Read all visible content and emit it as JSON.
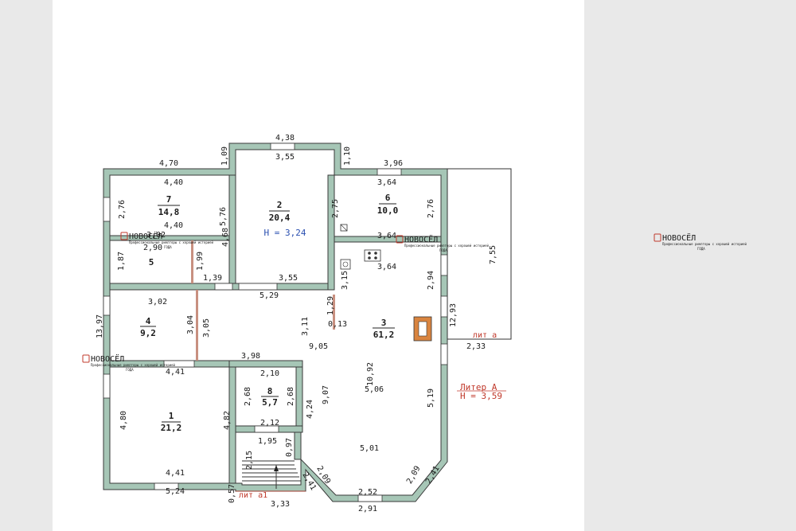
{
  "rooms": [
    {
      "num": "1",
      "area": "21,2"
    },
    {
      "num": "2",
      "area": "20,4"
    },
    {
      "num": "3",
      "area": "61,2"
    },
    {
      "num": "4",
      "area": "9,2"
    },
    {
      "num": "5",
      "area": ""
    },
    {
      "num": "6",
      "area": "10,0"
    },
    {
      "num": "7",
      "area": "14,8"
    },
    {
      "num": "8",
      "area": "5,7"
    }
  ],
  "height_main": "H = 3,24",
  "liter": {
    "name": "Литер А",
    "height": "H = 3,59"
  },
  "lit_a": "лит а",
  "lit_a1": "лит а1",
  "dims": {
    "d438": "4,38",
    "d355t": "3,55",
    "d109": "1,09",
    "d110": "1,10",
    "d470": "4,70",
    "d396": "3,96",
    "d440a": "4,40",
    "d364a": "3,64",
    "d276a": "2,76",
    "d576": "5,76",
    "d275": "2,75",
    "d276b": "2,76",
    "d440b": "4,40",
    "d468": "4,68",
    "d364b": "3,64",
    "d755": "7,55",
    "d302a": "3,02",
    "d290": "2,90",
    "d187": "1,87",
    "d199": "1,99",
    "d364c": "3,64",
    "d315": "3,15",
    "d139": "1,39",
    "d355b": "3,55",
    "d294": "2,94",
    "d302b": "3,02",
    "d529": "5,29",
    "d129": "1,29",
    "d1397": "13,97",
    "d304": "3,04",
    "d305": "3,05",
    "d311": "3,11",
    "d013": "0,13",
    "d1293": "12,93",
    "d905": "9,05",
    "d233": "2,33",
    "d398": "3,98",
    "d441a": "4,41",
    "d210": "2,10",
    "d1092": "10,92",
    "d506": "5,06",
    "d907": "9,07",
    "d268a": "2,68",
    "d268b": "2,68",
    "d519": "5,19",
    "d480": "4,80",
    "d482": "4,82",
    "d424": "4,24",
    "d212": "2,12",
    "d195": "1,95",
    "d097": "0,97",
    "d215": "2,15",
    "d501": "5,01",
    "d441b": "4,41",
    "d209a": "2,09",
    "d209b": "2,09",
    "d241a": "2,41",
    "d241b": "2,41",
    "d252": "2,52",
    "d057": "0,57",
    "d524": "5,24",
    "d333": "3,33",
    "d291": "2,91"
  },
  "watermark": {
    "brand": "НОВОСЁЛ",
    "tagline": "Профессиональные риелторы с хорошей историей",
    "badge": "ГОДА"
  },
  "colors": {
    "wall": "#a6c6b6",
    "watermark": "#c0392b",
    "stove": "#d9843f"
  }
}
